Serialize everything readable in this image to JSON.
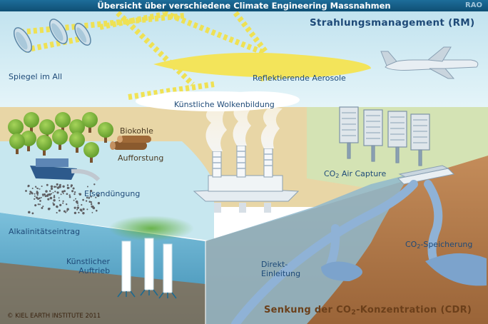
{
  "header": {
    "title": "Übersicht über verschiedene Climate Engineering Massnahmen",
    "corner_tag": "RAO"
  },
  "sections": {
    "radiation_management": "Strahlungsmanagement (RM)",
    "cdr_prefix": "Senkung der CO",
    "cdr_sub": "2",
    "cdr_suffix": "-Konzentration (CDR)"
  },
  "labels": {
    "space_mirrors": "Spiegel im All",
    "aerosols": "Reflektierende Aerosole",
    "cloud_seeding": "Künstliche Wolkenbildung",
    "biochar": "Biokohle",
    "afforestation": "Aufforstung",
    "iron_fertilization": "Eisendüngung",
    "air_capture_prefix": "CO",
    "air_capture_sub": "2",
    "air_capture_suffix": " Air Capture",
    "alkalinity": "Alkalinitätseintrag",
    "upwelling_line1": "Künstlicher",
    "upwelling_line2": "Auftrieb",
    "direct_injection_line1": "Direkt-",
    "direct_injection_line2": "Einleitung",
    "storage_prefix": "CO",
    "storage_sub": "2",
    "storage_suffix": "-Speicherung"
  },
  "credit": "© KIEL EARTH INSTITUTE 2011",
  "colors": {
    "sky": "#d2ecf4",
    "land": "#e7d4a4",
    "land_right": "#cfe0b0",
    "ocean_surface": "#c4e6ee",
    "ocean_side": "#5aa9c9",
    "earth": "#b0784a",
    "sunlight": "#f1e14c",
    "pipes": "#8fb2d6",
    "text_blue": "#1e4a78"
  }
}
